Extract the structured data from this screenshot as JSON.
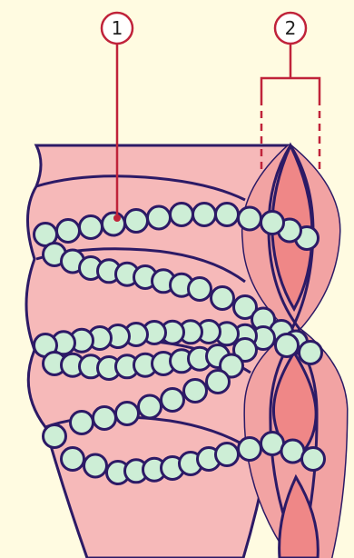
{
  "colors": {
    "background": "#fffbe1",
    "cylinder_fill": "#f6b9b9",
    "band_fill": "#f2a3a3",
    "center_fill": "#ef8787",
    "outline": "#2c1a66",
    "bead_fill": "#cdeed6",
    "callout_red": "#c0233a"
  },
  "callouts": [
    {
      "number": "1",
      "name": "callout-1"
    },
    {
      "number": "2",
      "name": "callout-2"
    }
  ]
}
